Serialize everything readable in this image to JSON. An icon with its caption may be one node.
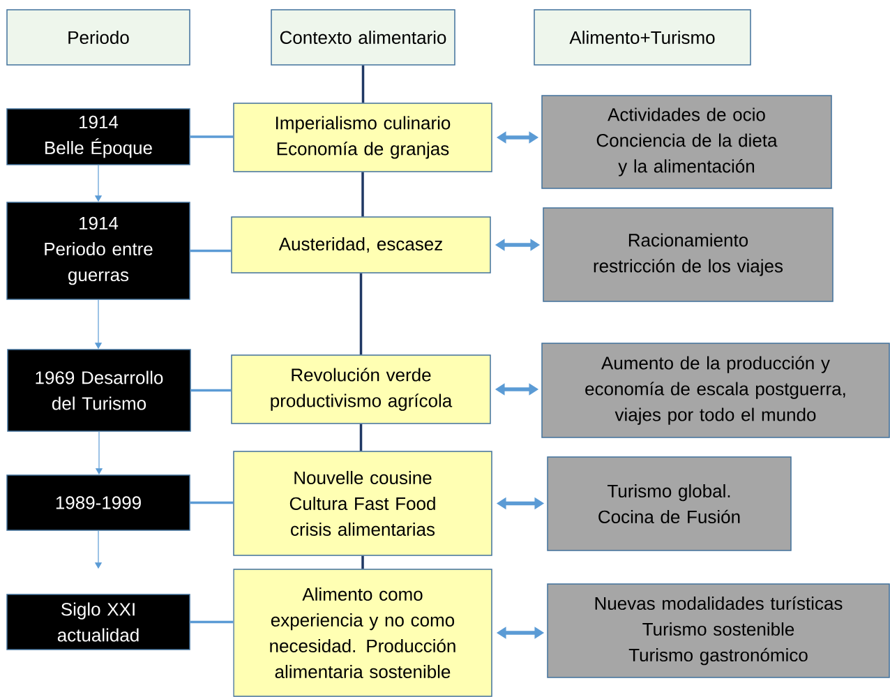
{
  "diagram": {
    "nodes": [
      {
        "text": [
          "Periodo"
        ]
      },
      {
        "text": [
          "Contexto alimentario"
        ]
      },
      {
        "text": [
          "Alimento+Turismo"
        ]
      },
      {
        "text": [
          "1914",
          "Belle Époque"
        ]
      },
      {
        "text": [
          "Imperialismo culinario",
          "Economía de granjas"
        ]
      },
      {
        "text": [
          "Actividades de ocio",
          "Conciencia de la dieta y la alimentación"
        ]
      },
      {
        "text": [
          "1914",
          "Periodo entre guerras"
        ]
      },
      {
        "text": [
          "Austeridad, escasez"
        ]
      },
      {
        "text": [
          "Racionamiento restricción de los viajes"
        ]
      },
      {
        "text": [
          "1969 Desarrollo del Turismo"
        ]
      },
      {
        "text": [
          "Revolución verde productivismo agrícola"
        ]
      },
      {
        "text": [
          "Aumento de la producción y economía de escala postguerra, viajes por todo el mundo"
        ]
      },
      {
        "text": [
          "1989-1999"
        ]
      },
      {
        "text": [
          "Nouvelle cousine",
          "Cultura Fast Food crisis alimentarias"
        ]
      },
      {
        "text": [
          "Turismo global.",
          "Cocina de Fusión"
        ]
      },
      {
        "text": [
          "Siglo XXI actualidad"
        ]
      },
      {
        "text": [
          "Alimento como experiencia y no como necesidad. Producción alimentaria sostenible"
        ]
      },
      {
        "text": [
          "Nuevas modalidades turísticas",
          "Turismo sostenible",
          "Turismo gastronómico"
        ]
      }
    ],
    "edges": [
      {
        "from": 1,
        "to": 4,
        "arrow": "none",
        "color": "#1f3864"
      },
      {
        "from": 4,
        "to": 7,
        "arrow": "none",
        "color": "#1f3864"
      },
      {
        "from": 7,
        "to": 10,
        "arrow": "none",
        "color": "#1f3864"
      },
      {
        "from": 10,
        "to": 13,
        "arrow": "none",
        "color": "#1f3864"
      },
      {
        "from": 13,
        "to": 16,
        "arrow": "none",
        "color": "#1f3864"
      },
      {
        "from": 3,
        "to": 6,
        "arrow": "to"
      },
      {
        "from": 6,
        "to": 9,
        "arrow": "to"
      },
      {
        "from": 9,
        "to": 12,
        "arrow": "to"
      },
      {
        "from": 12,
        "to": 15,
        "arrow": "to"
      },
      {
        "from": 3,
        "to": 4,
        "arrow": "none"
      },
      {
        "from": 6,
        "to": 7,
        "arrow": "none"
      },
      {
        "from": 9,
        "to": 10,
        "arrow": "none"
      },
      {
        "from": 12,
        "to": 13,
        "arrow": "none"
      },
      {
        "from": 15,
        "to": 16,
        "arrow": "none"
      },
      {
        "from": 4,
        "to": 5,
        "arrow": "both"
      },
      {
        "from": 7,
        "to": 8,
        "arrow": "both"
      },
      {
        "from": 10,
        "to": 11,
        "arrow": "both"
      },
      {
        "from": 13,
        "to": 14,
        "arrow": "both"
      },
      {
        "from": 16,
        "to": 17,
        "arrow": "both"
      }
    ]
  }
}
